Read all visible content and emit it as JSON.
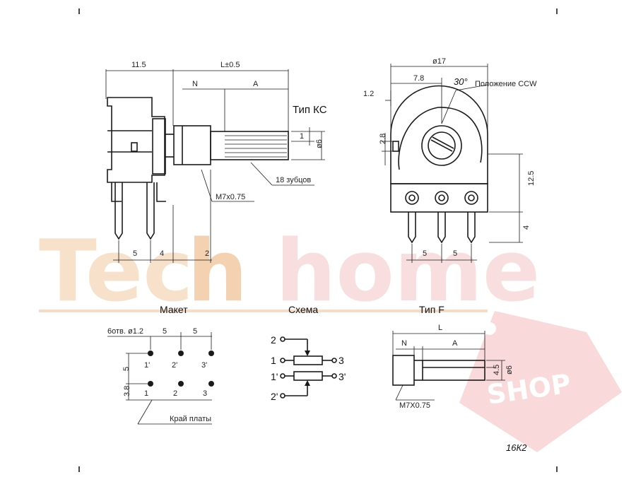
{
  "colors": {
    "line": "#1a1a1a",
    "watermark_orange": "#f5d4b0",
    "watermark_red": "#f4b9b9"
  },
  "watermark": {
    "brand_left": "Tec",
    "brand_mid": "h",
    "brand_right": "home",
    "badge": "SHOP"
  },
  "side_view": {
    "dim_left": "11.5",
    "dim_length": "L±0.5",
    "dim_n": "N",
    "dim_a": "A",
    "type_label": "Тип КС",
    "dim_1": "1",
    "dim_d6": "ø6",
    "teeth": "18 зубцов",
    "thread": "M7x0.75",
    "dim_5": "5",
    "dim_4": "4",
    "dim_2": "2"
  },
  "front_view": {
    "dim_d17": "ø17",
    "dim_78": "7.8",
    "dim_30": "30°",
    "ccw_label": "Положение CCW",
    "dim_12": "1.2",
    "dim_28": "2.8",
    "dim_125": "12.5",
    "dim_4": "4",
    "dim_5a": "5",
    "dim_5b": "5"
  },
  "layout_block": {
    "title": "Макет",
    "holes": "6отв. ø1.2",
    "dim_5a": "5",
    "dim_5b": "5",
    "dim_v5": "5",
    "dim_38": "3.8",
    "pins_top": [
      "1'",
      "2'",
      "3'"
    ],
    "pins_bottom": [
      "1",
      "2",
      "3"
    ],
    "edge": "Край платы"
  },
  "schema_block": {
    "title": "Схема",
    "pin2": "2",
    "pin1": "1",
    "pin3": "3",
    "pin1p": "1'",
    "pin3p": "3'",
    "pin2p": "2'"
  },
  "typef_block": {
    "title": "Тип F",
    "dim_l": "L",
    "dim_n": "N",
    "dim_a": "A",
    "dim_45": "4.5",
    "dim_d6": "ø6",
    "thread": "M7X0.75"
  },
  "model": "16К2"
}
